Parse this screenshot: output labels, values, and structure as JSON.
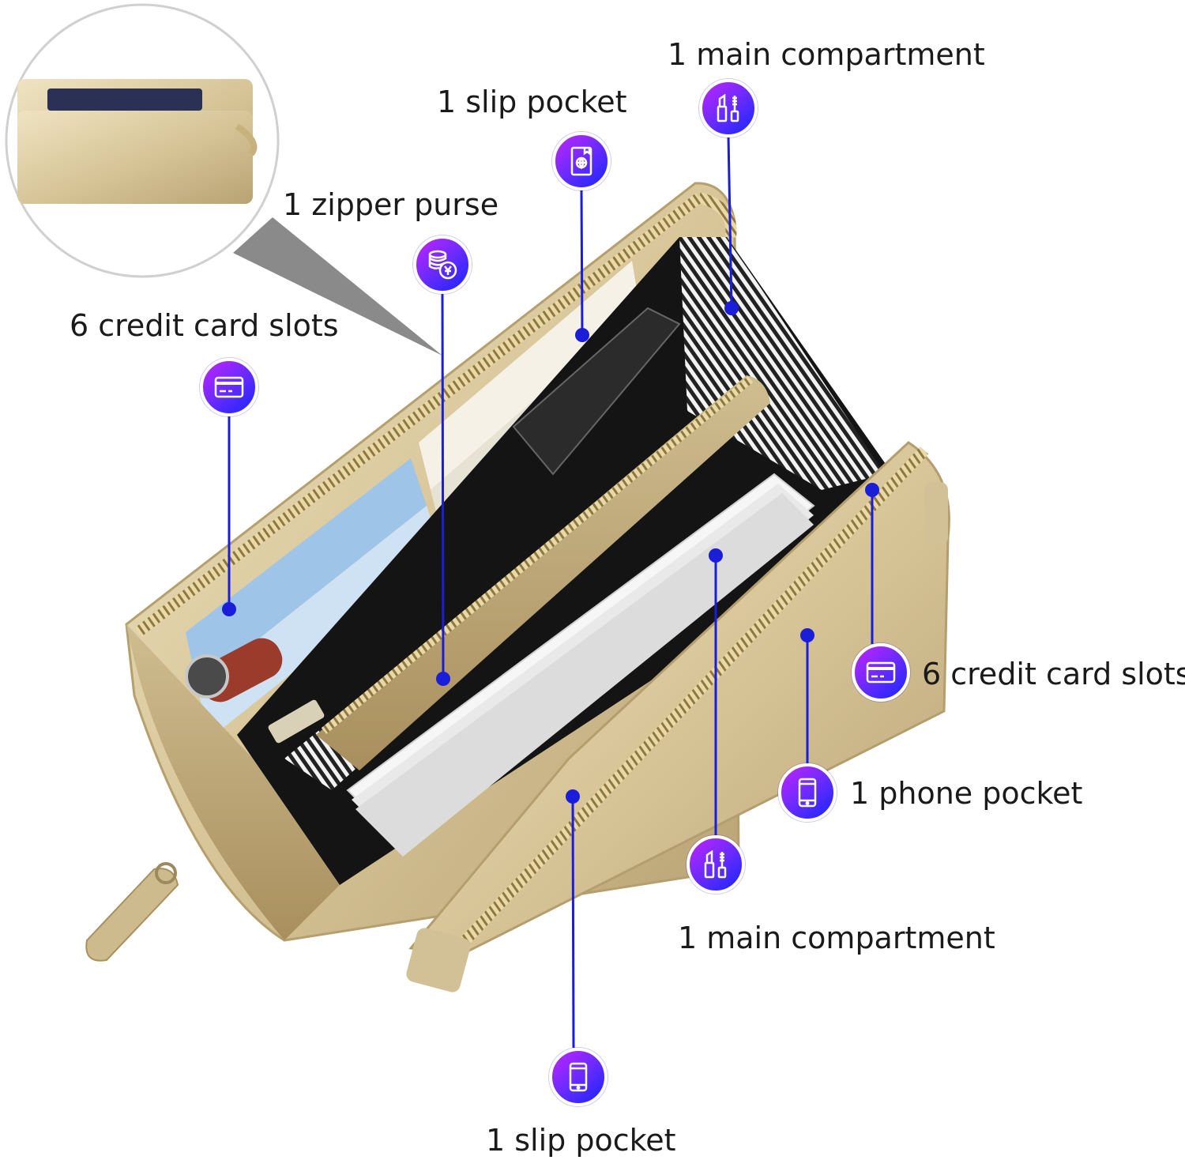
{
  "callouts": {
    "main_compartment_top": {
      "text": "1 main compartment",
      "icon": "lipstick-mascara-icon"
    },
    "slip_pocket_top": {
      "text": "1 slip pocket",
      "icon": "passport-icon"
    },
    "zipper_purse": {
      "text": "1 zipper purse",
      "icon": "coins-icon"
    },
    "card_slots_left": {
      "text": "6 credit card slots",
      "icon": "credit-card-icon"
    },
    "card_slots_right": {
      "text": "6 credit card slots",
      "icon": "credit-card-icon"
    },
    "phone_pocket": {
      "text": "1 phone pocket",
      "icon": "phone-icon"
    },
    "main_compartment_bottom": {
      "text": "1 main compartment",
      "icon": "lipstick-mascara-icon"
    },
    "slip_pocket_bottom": {
      "text": "1 slip pocket",
      "icon": "phone-icon"
    }
  },
  "colors": {
    "badge_gradient_start": "#c224ff",
    "badge_gradient_end": "#1626ff",
    "leader_line": "#1b1ed8",
    "wallet_gold": "#d8c69a",
    "wallet_interior": "#1a1a1a"
  }
}
